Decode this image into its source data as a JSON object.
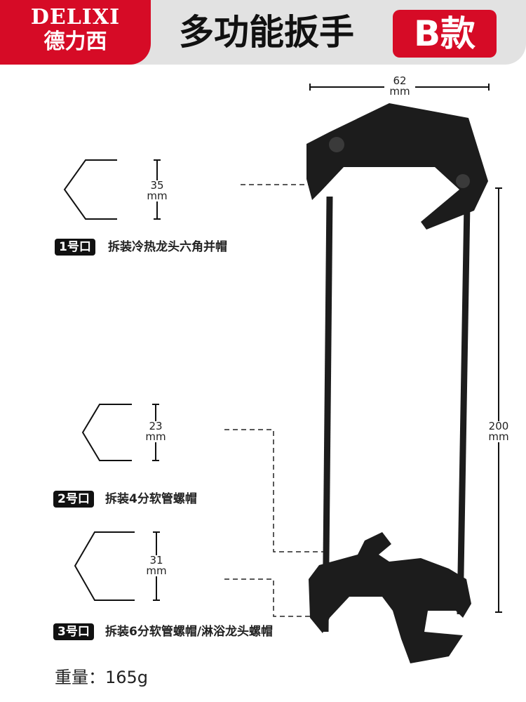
{
  "header": {
    "brand_en": "DELIXI",
    "brand_cn": "德力西",
    "title": "多功能扳手",
    "variant": "B款"
  },
  "dimensions": {
    "width": "62",
    "height": "200",
    "unit": "mm"
  },
  "openings": [
    {
      "badge": "1号口",
      "size": "35",
      "unit": "mm",
      "description": "拆装冷热龙头六角并帽"
    },
    {
      "badge": "2号口",
      "size": "23",
      "unit": "mm",
      "description": "拆装4分软管螺帽"
    },
    {
      "badge": "3号口",
      "size": "31",
      "unit": "mm",
      "description": "拆装6分软管螺帽/淋浴龙头螺帽"
    }
  ],
  "weight": "重量：165g",
  "colors": {
    "brand_red": "#d60b26",
    "band_grey": "#e2e2e2",
    "wrench": "#1c1c1c"
  }
}
